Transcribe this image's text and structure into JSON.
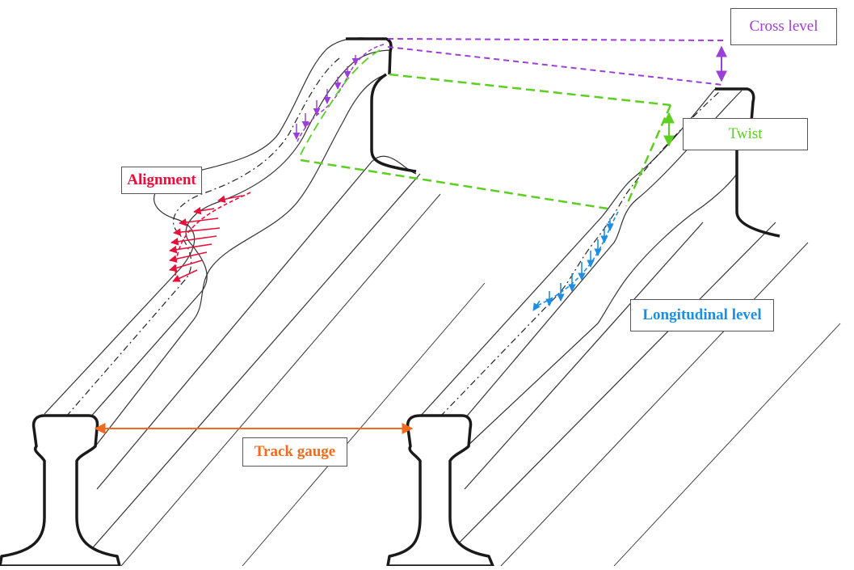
{
  "labels": {
    "cross_level": "Cross level",
    "twist": "Twist",
    "alignment": "Alignment",
    "longitudinal_level": "Longitudinal level",
    "track_gauge": "Track gauge"
  },
  "colors": {
    "cross_level": "#9b3fd6",
    "twist": "#5ccf22",
    "alignment": "#e8103a",
    "longitudinal_level": "#1e8fe0",
    "track_gauge": "#f26b1d",
    "rail_outline": "#1a1a1a"
  }
}
